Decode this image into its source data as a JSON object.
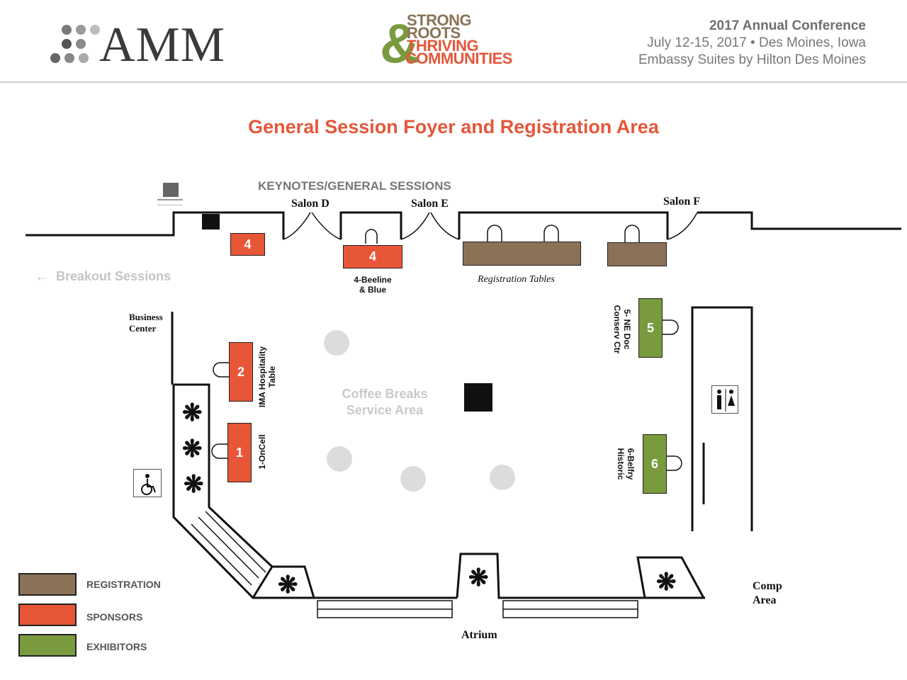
{
  "header": {
    "org_logo": "AMM",
    "theme_logo": {
      "line1": "STRONG",
      "line2": "ROOTS",
      "line3": "THRIVING",
      "line4": "COMMUNITIES"
    },
    "conference": "2017 Annual Conference",
    "dates": "July 12-15, 2017 • Des Moines, Iowa",
    "venue": "Embassy Suites by Hilton Des Moines"
  },
  "title": "General Session Foyer and Registration Area",
  "map": {
    "keynotes_label": "KEYNOTES/GENERAL SESSIONS",
    "salon_d": "Salon D",
    "salon_e": "Salon E",
    "salon_f": "Salon F",
    "breakout": "Breakout Sessions",
    "business_center": {
      "line1": "Business",
      "line2": "Center"
    },
    "coffee": {
      "line1": "Coffee Breaks",
      "line2": "Service Area"
    },
    "registration_tables": "Registration Tables",
    "atrium": "Atrium",
    "comp_area": {
      "line1": "Comp",
      "line2": "Area"
    },
    "booths": {
      "b4a": "4",
      "b4b": "4",
      "b4b_label": {
        "line1": "4-Beeline",
        "line2": "& Blue"
      },
      "b2": "2",
      "b2_label": {
        "line1": "IMA Hospitality",
        "line2": "Table"
      },
      "b1": "1",
      "b1_label": "1-OnCell",
      "b5": "5",
      "b5_label": {
        "line1": "5- NE Doc",
        "line2": "Conserv Ctr"
      },
      "b6": "6",
      "b6_label": {
        "line1": "6-Belfry",
        "line2": "Historic"
      }
    }
  },
  "legend": {
    "registration": "REGISTRATION",
    "sponsors": "SPONSORS",
    "exhibitors": "EXHIBITORS"
  },
  "colors": {
    "registration": "#8b7256",
    "sponsors": "#e85638",
    "exhibitors": "#7a9a3e",
    "title": "#e4573a"
  },
  "icons": [
    "wheelchair-icon",
    "restroom-icon",
    "plant-icon",
    "arrow-left-icon"
  ]
}
